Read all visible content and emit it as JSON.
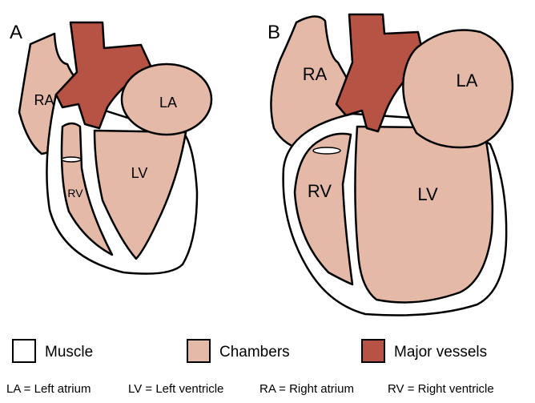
{
  "colors": {
    "muscle": "#ffffff",
    "chamber": "#e4b9a8",
    "vessel": "#b65345",
    "outline": "#000000"
  },
  "panels": [
    {
      "letter": "A",
      "labels": {
        "ra": "RA",
        "la": "LA",
        "rv": "RV",
        "lv": "LV"
      }
    },
    {
      "letter": "B",
      "labels": {
        "ra": "RA",
        "la": "LA",
        "rv": "RV",
        "lv": "LV"
      }
    }
  ],
  "legend": [
    {
      "label": "Muscle",
      "swatch": "muscle"
    },
    {
      "label": "Chambers",
      "swatch": "chamber"
    },
    {
      "label": "Major vessels",
      "swatch": "vessel"
    }
  ],
  "abbreviations": [
    "LA = Left atrium",
    "LV = Left ventricle",
    "RA = Right atrium",
    "RV = Right ventricle"
  ]
}
